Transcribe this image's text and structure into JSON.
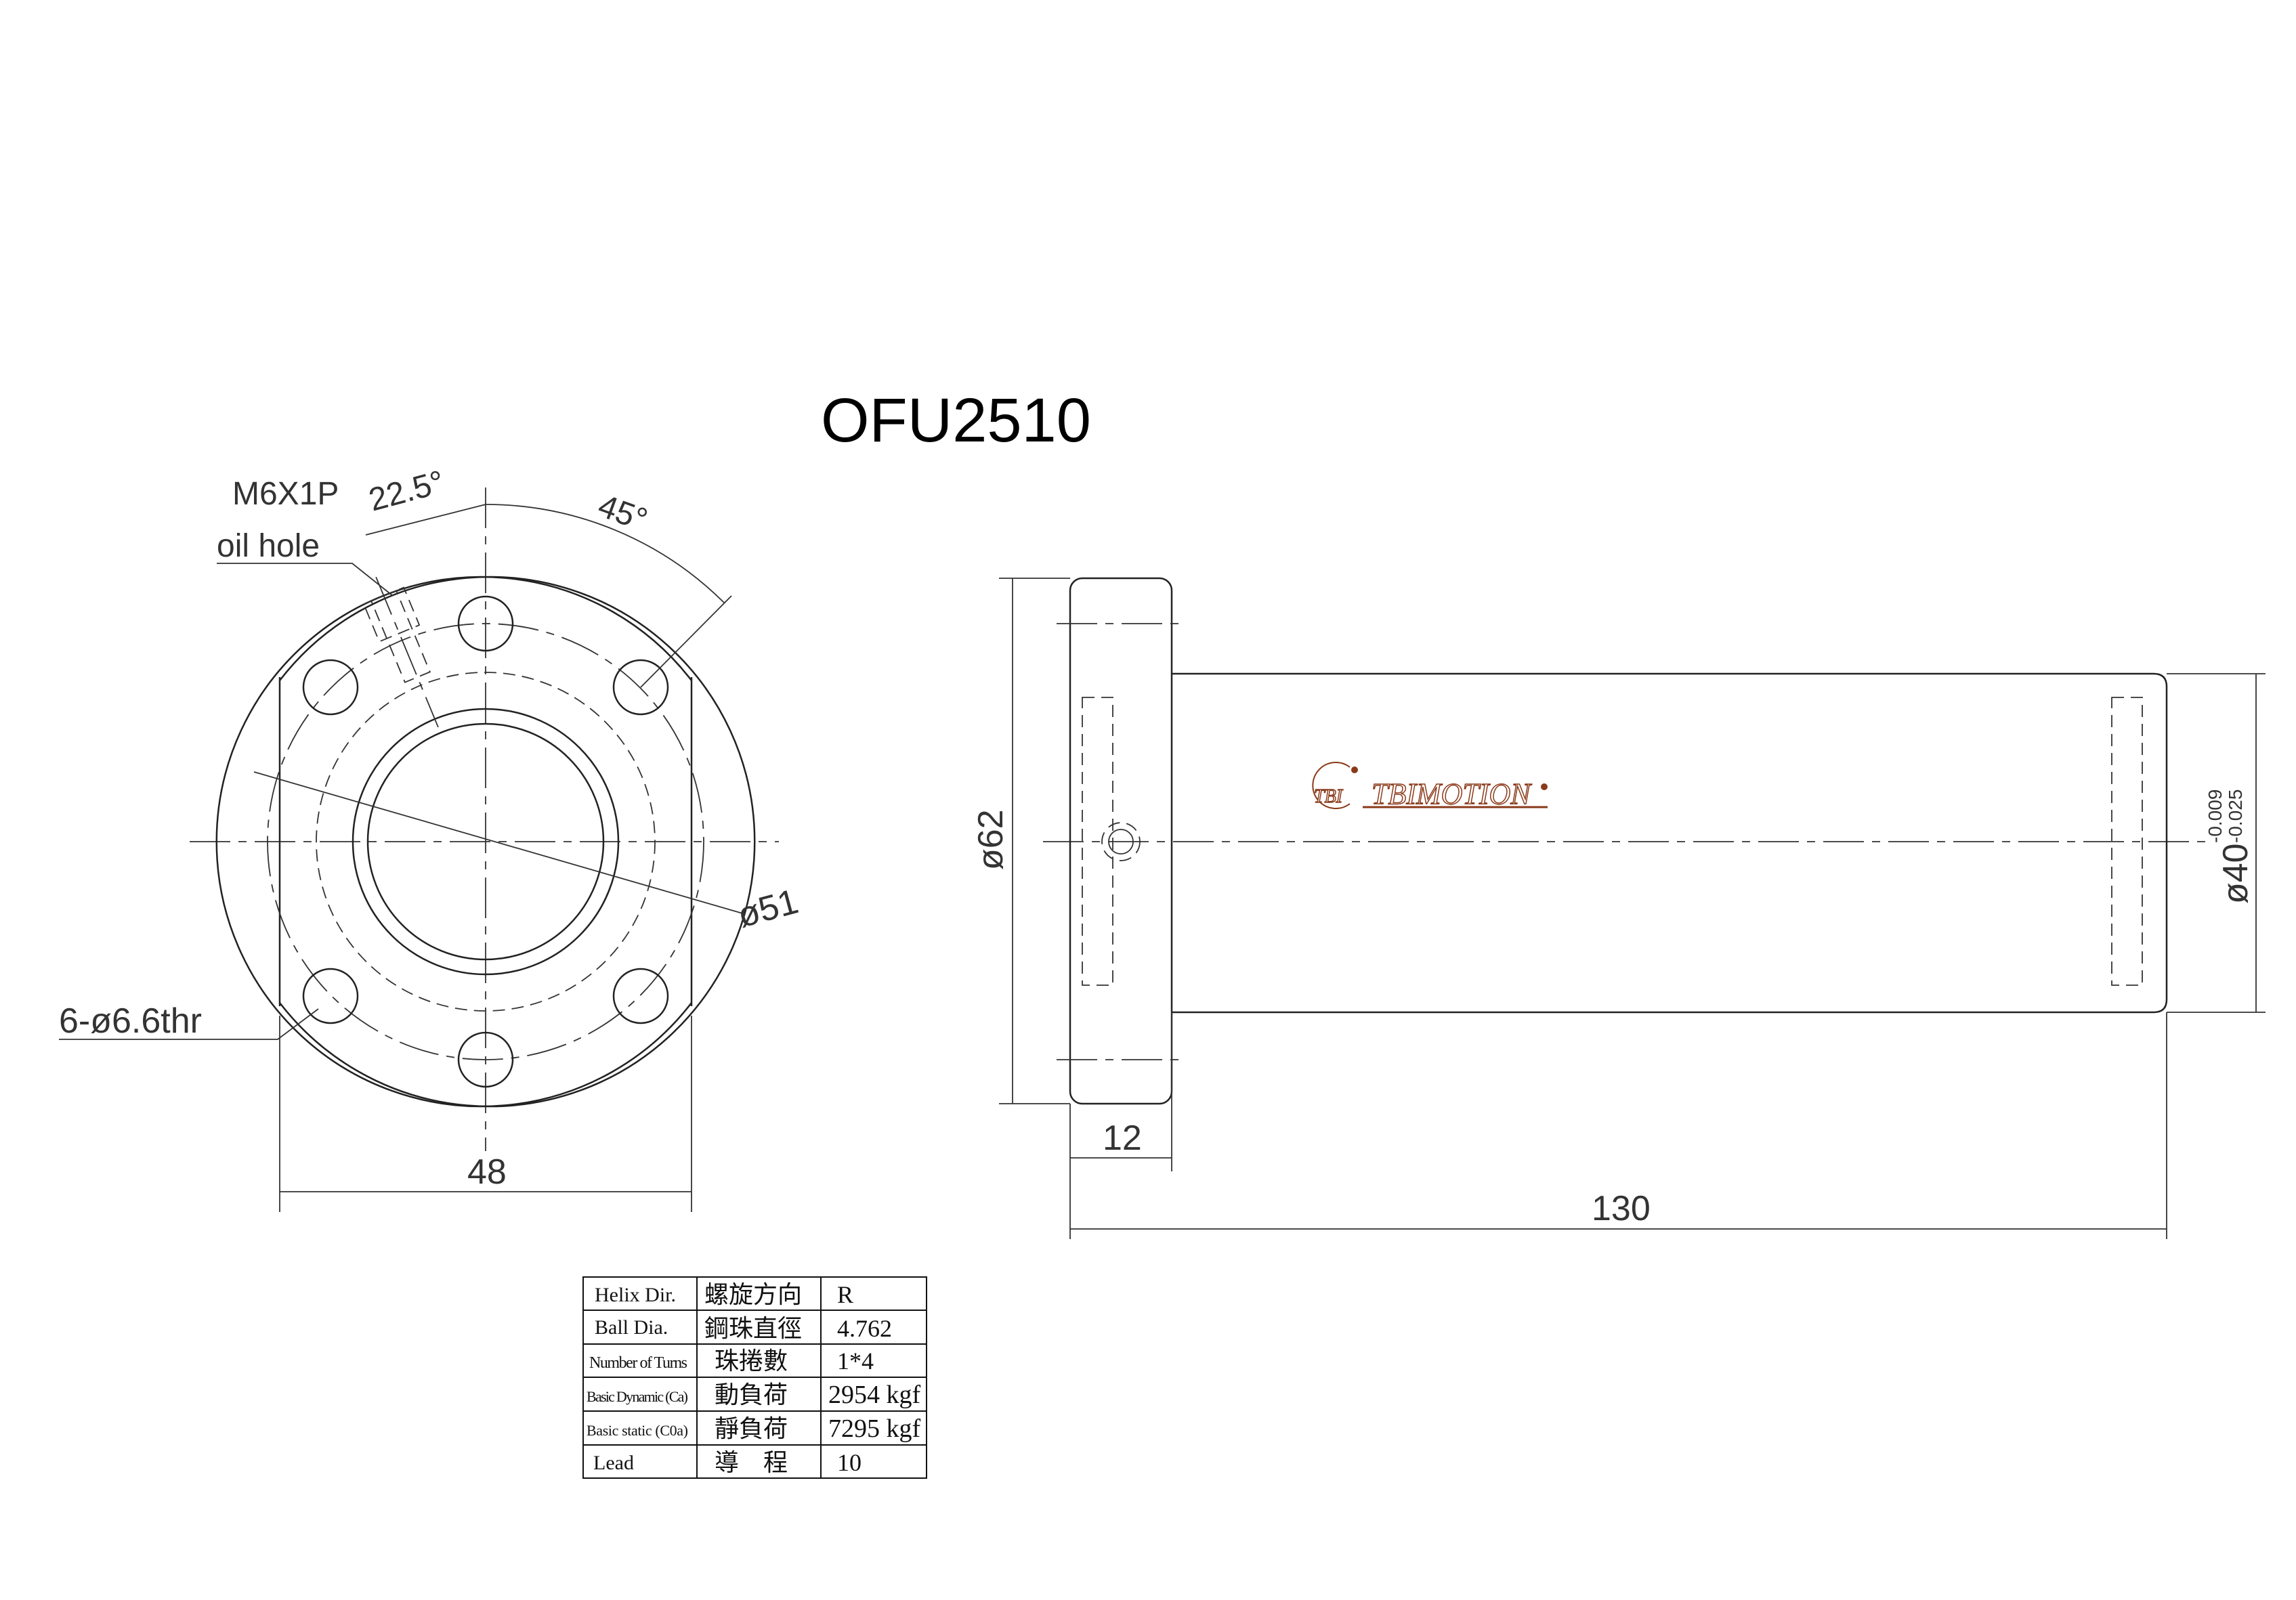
{
  "title": "OFU2510",
  "front_view": {
    "oil_hole_thread": "M6X1P",
    "oil_hole_label": "oil hole",
    "angle_oil_hole": "22.5°",
    "angle_holes": "45°",
    "bolt_circle": "ø51",
    "holes": "6-ø6.6thr",
    "flat_width": "48"
  },
  "side_view": {
    "flange_dia": "ø62",
    "flange_thickness": "12",
    "overall_length": "130",
    "body_dia": "ø40",
    "body_tol_upper": "-0.009",
    "body_tol_lower": "-0.025",
    "logo_mark": "TBI",
    "logo_text": "TBIMOTION",
    "logo_color": "#8a3a1a"
  },
  "spec_table": [
    {
      "en": "Helix  Dir.",
      "zh": "螺旋方向",
      "value": "R"
    },
    {
      "en": "Ball Dia.",
      "zh": "鋼珠直徑",
      "value": "4.762"
    },
    {
      "en": "Number of Turns",
      "zh": "珠捲數",
      "value": "1*4"
    },
    {
      "en": "Basic Dynamic (Ca)",
      "zh": "動負荷",
      "value": "2954 kgf"
    },
    {
      "en": "Basic static (C0a)",
      "zh": "靜負荷",
      "value": "7295 kgf"
    },
    {
      "en": "Lead",
      "zh": "導　程",
      "value": "10"
    }
  ]
}
